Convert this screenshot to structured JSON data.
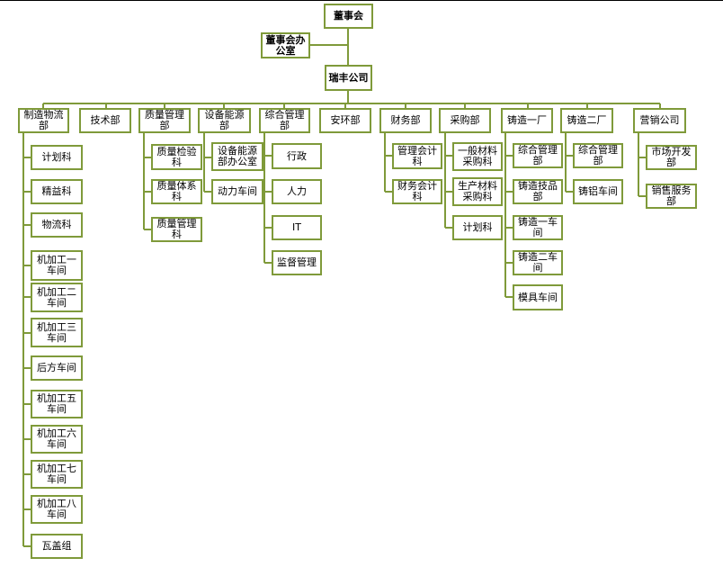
{
  "board": "董事会",
  "board_office": "董事会办公室",
  "company": "瑞丰公司",
  "departments": {
    "manufacturing": {
      "label": "制造物流部",
      "children": [
        "计划科",
        "精益科",
        "物流科",
        "机加工一车间",
        "机加工二车间",
        "机加工三车间",
        "后方车间",
        "机加工五车间",
        "机加工六车间",
        "机加工七车间",
        "机加工八车间",
        "瓦盖组"
      ]
    },
    "tech": {
      "label": "技术部"
    },
    "quality": {
      "label": "质量管理部",
      "children": [
        "质量检验科",
        "质量体系科",
        "质量管理科"
      ]
    },
    "energy": {
      "label": "设备能源部",
      "children": [
        "设备能源部办公室",
        "动力车间"
      ]
    },
    "general": {
      "label": "综合管理部",
      "children": [
        "行政",
        "人力",
        "IT",
        "监督管理"
      ]
    },
    "safety": {
      "label": "安环部"
    },
    "finance": {
      "label": "财务部",
      "children": [
        "管理会计科",
        "财务会计科"
      ]
    },
    "purchasing": {
      "label": "采购部",
      "children": [
        "一般材料采购科",
        "生产材料采购科",
        "计划科"
      ]
    },
    "foundry1": {
      "label": "铸造一厂",
      "children": [
        "综合管理部",
        "铸造技品部",
        "铸造一车间",
        "铸造二车间",
        "模具车间"
      ]
    },
    "foundry2": {
      "label": "铸造二厂",
      "children": [
        "综合管理部",
        "铸铝车间"
      ]
    },
    "sales": {
      "label": "营销公司",
      "children": [
        "市场开发部",
        "销售服务部"
      ]
    }
  },
  "colors": {
    "border": "#7f9a3a",
    "background": "#ffffff",
    "text": "#000000"
  }
}
